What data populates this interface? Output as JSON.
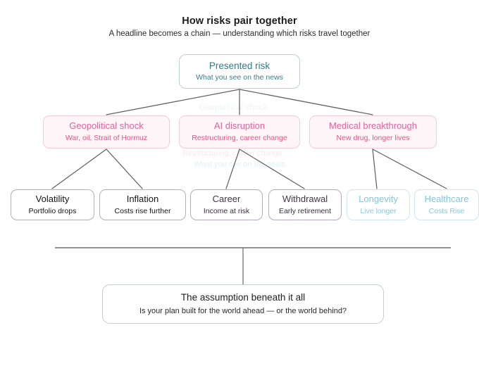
{
  "header": {
    "title": "How risks pair together",
    "subtitle": "A headline becomes a chain — understanding which risks travel together"
  },
  "root": {
    "title": "Presented risk",
    "subtitle": "What you see on the news"
  },
  "mid_nodes": [
    {
      "title": "Geopolitical shock",
      "subtitle": "War, oil, Strait of Hormuz"
    },
    {
      "title": "AI disruption",
      "subtitle": "Restructuring, career change"
    },
    {
      "title": "Medical breakthrough",
      "subtitle": "New drug, longer lives"
    }
  ],
  "leaf_nodes": [
    {
      "title": "Volatility",
      "subtitle": "Portfolio drops",
      "style": "dark"
    },
    {
      "title": "Inflation",
      "subtitle": "Costs rise further",
      "style": "dark"
    },
    {
      "title": "Career",
      "subtitle": "Income at risk",
      "style": "purple"
    },
    {
      "title": "Withdrawal",
      "subtitle": "Early retirement",
      "style": "purple"
    },
    {
      "title": "Longevity",
      "subtitle": "Live longer",
      "style": "cyan"
    },
    {
      "title": "Healthcare",
      "subtitle": "Costs Rise",
      "style": "cyan"
    }
  ],
  "assumption": {
    "title": "The assumption beneath it all",
    "subtitle": "Is your plan built for the world ahead — or the world behind?"
  },
  "colors": {
    "background": "#ffffff",
    "title_text": "#1c1c1e",
    "root_accent": "#2e7d8e",
    "pink_accent": "#ec5f96",
    "pink_sub": "#f2507f",
    "dark_accent": "#141416",
    "purple_accent": "#453445",
    "cyan_accent": "#86c5de",
    "connector": "#5f6368",
    "divider": "#6c6f74",
    "node_border": "#c9ced6"
  },
  "chart_data": {
    "type": "diagram",
    "title": "How risks pair together",
    "subtitle": "A headline becomes a chain — understanding which risks travel together",
    "layout": "top-down tree, 3 levels plus a separated summary node",
    "nodes": [
      {
        "id": "root",
        "level": 0,
        "label": "Presented risk",
        "sublabel": "What you see on the news"
      },
      {
        "id": "geo",
        "level": 1,
        "label": "Geopolitical shock",
        "sublabel": "War, oil, Strait of Hormuz"
      },
      {
        "id": "ai",
        "level": 1,
        "label": "AI disruption",
        "sublabel": "Restructuring, career change"
      },
      {
        "id": "med",
        "level": 1,
        "label": "Medical breakthrough",
        "sublabel": "New drug, longer lives"
      },
      {
        "id": "vol",
        "level": 2,
        "label": "Volatility",
        "sublabel": "Portfolio drops"
      },
      {
        "id": "inf",
        "level": 2,
        "label": "Inflation",
        "sublabel": "Costs rise further"
      },
      {
        "id": "car",
        "level": 2,
        "label": "Career",
        "sublabel": "Income at risk"
      },
      {
        "id": "wdr",
        "level": 2,
        "label": "Withdrawal",
        "sublabel": "Early retirement"
      },
      {
        "id": "lon",
        "level": 2,
        "label": "Longevity",
        "sublabel": "Live longer"
      },
      {
        "id": "hea",
        "level": 2,
        "label": "Healthcare",
        "sublabel": "Costs Rise"
      },
      {
        "id": "assume",
        "level": 3,
        "label": "The assumption beneath it all",
        "sublabel": "Is your plan built for the world ahead — or the world behind?"
      }
    ],
    "edges": [
      {
        "from": "root",
        "to": "geo"
      },
      {
        "from": "root",
        "to": "ai"
      },
      {
        "from": "root",
        "to": "med"
      },
      {
        "from": "geo",
        "to": "vol"
      },
      {
        "from": "geo",
        "to": "inf"
      },
      {
        "from": "ai",
        "to": "car"
      },
      {
        "from": "ai",
        "to": "wdr"
      },
      {
        "from": "med",
        "to": "lon"
      },
      {
        "from": "med",
        "to": "hea"
      },
      {
        "from": "divider",
        "to": "assume"
      }
    ]
  }
}
